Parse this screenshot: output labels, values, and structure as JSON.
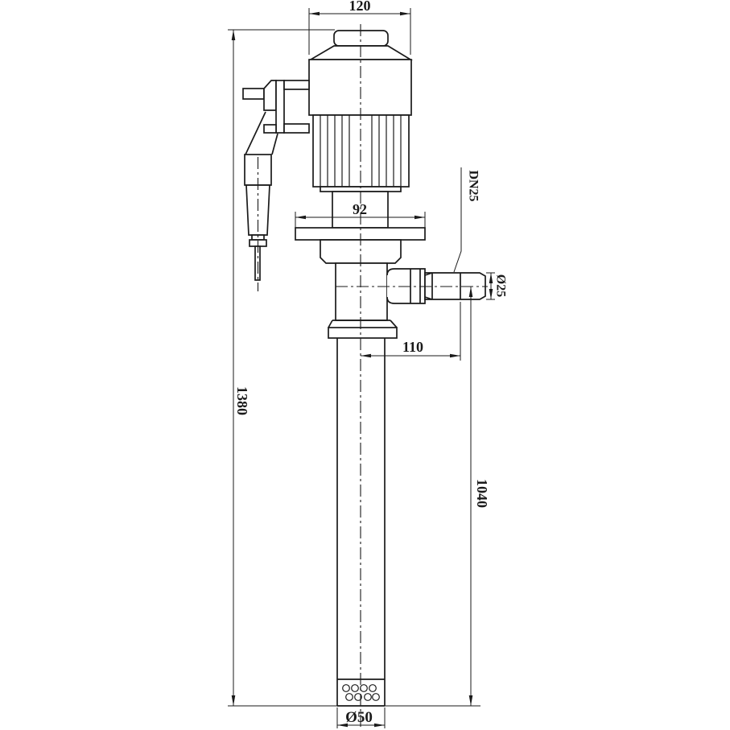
{
  "drawing": {
    "kind": "pump-dimension-drawing",
    "background_color": "#ffffff",
    "line_color": "#1a1a1a",
    "dimensions": {
      "motor_width": "120",
      "flange_width": "92",
      "outlet_connection": "DN25",
      "outlet_diameter": "Ø25",
      "outlet_offset": "110",
      "overall_length": "1380",
      "tube_length": "1040",
      "tube_diameter": "Ø50"
    }
  }
}
